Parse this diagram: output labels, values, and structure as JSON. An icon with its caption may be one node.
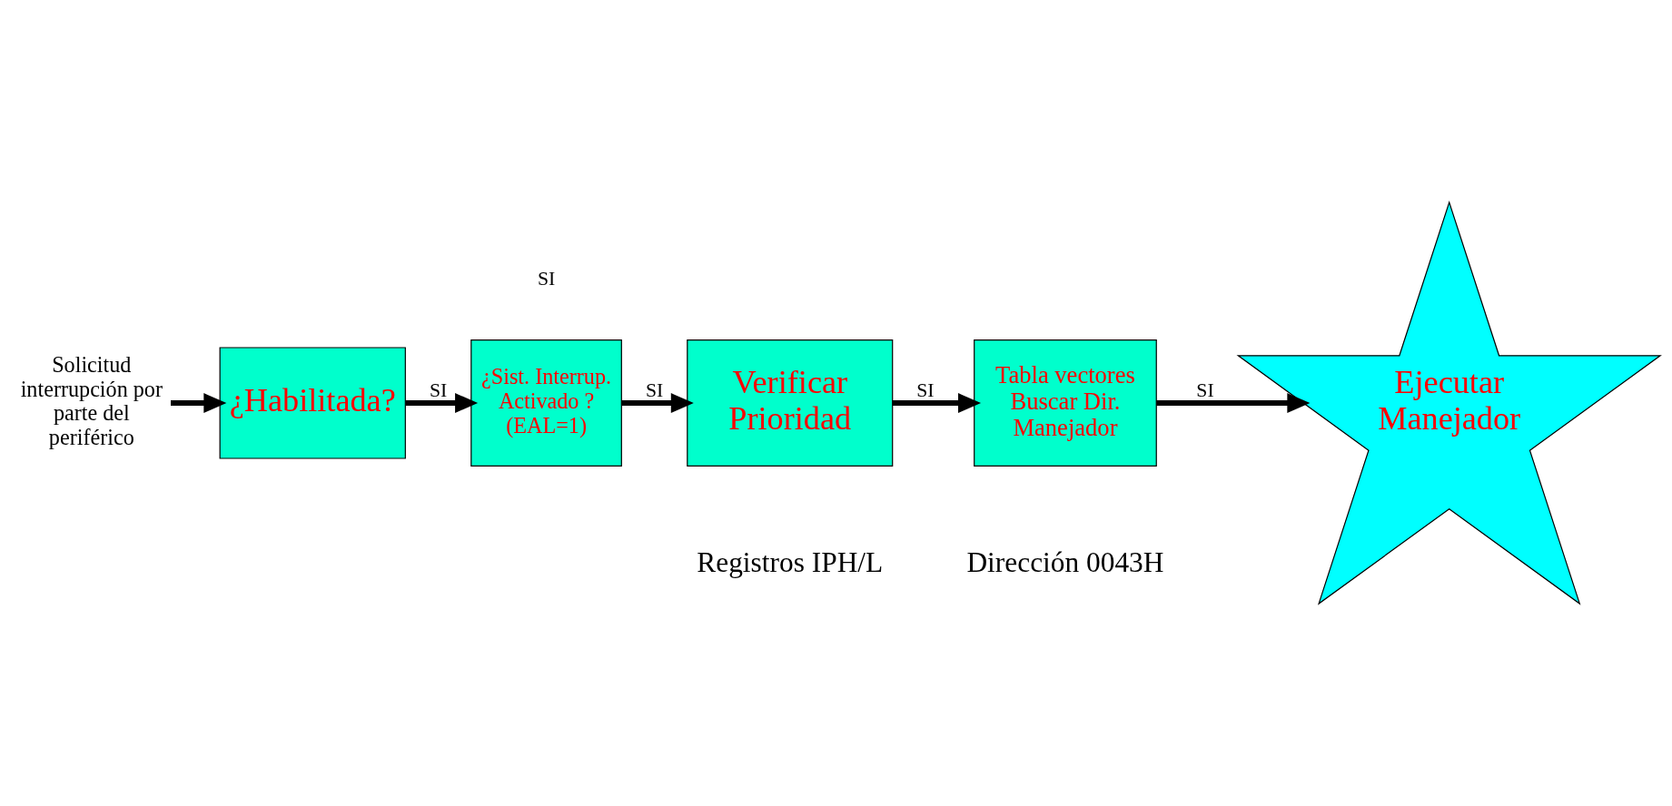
{
  "diagram": {
    "nodes": [
      {
        "text": [
          "Solicitud interrupción por parte del periférico"
        ]
      },
      {
        "text": [
          "¿Habilitada?"
        ]
      },
      {
        "text": [
          "¿Sist. Interrup. Activado ? (EAL=1)"
        ]
      },
      {
        "text": [
          "Verificar Prioridad"
        ],
        "beside": [
          "Registros IPH/L"
        ]
      },
      {
        "text": [
          "Tabla vectores Buscar Dir. Manejador"
        ],
        "beside": [
          "Dirección 0043H"
        ]
      },
      {
        "text": [
          "Ejecutar Manejador"
        ]
      }
    ],
    "edges": [
      {
        "from": 0,
        "to": 1,
        "arrow": "to"
      },
      {
        "from": 1,
        "to": 2,
        "arrow": "to",
        "label": "SI"
      },
      {
        "from": 2,
        "to": 3,
        "arrow": "to",
        "label": "SI"
      },
      {
        "from": 3,
        "to": 4,
        "arrow": "to",
        "label": "SI"
      },
      {
        "from": 4,
        "to": 5,
        "arrow": "to",
        "label": "SI"
      }
    ],
    "labels": [
      "SI"
    ]
  }
}
